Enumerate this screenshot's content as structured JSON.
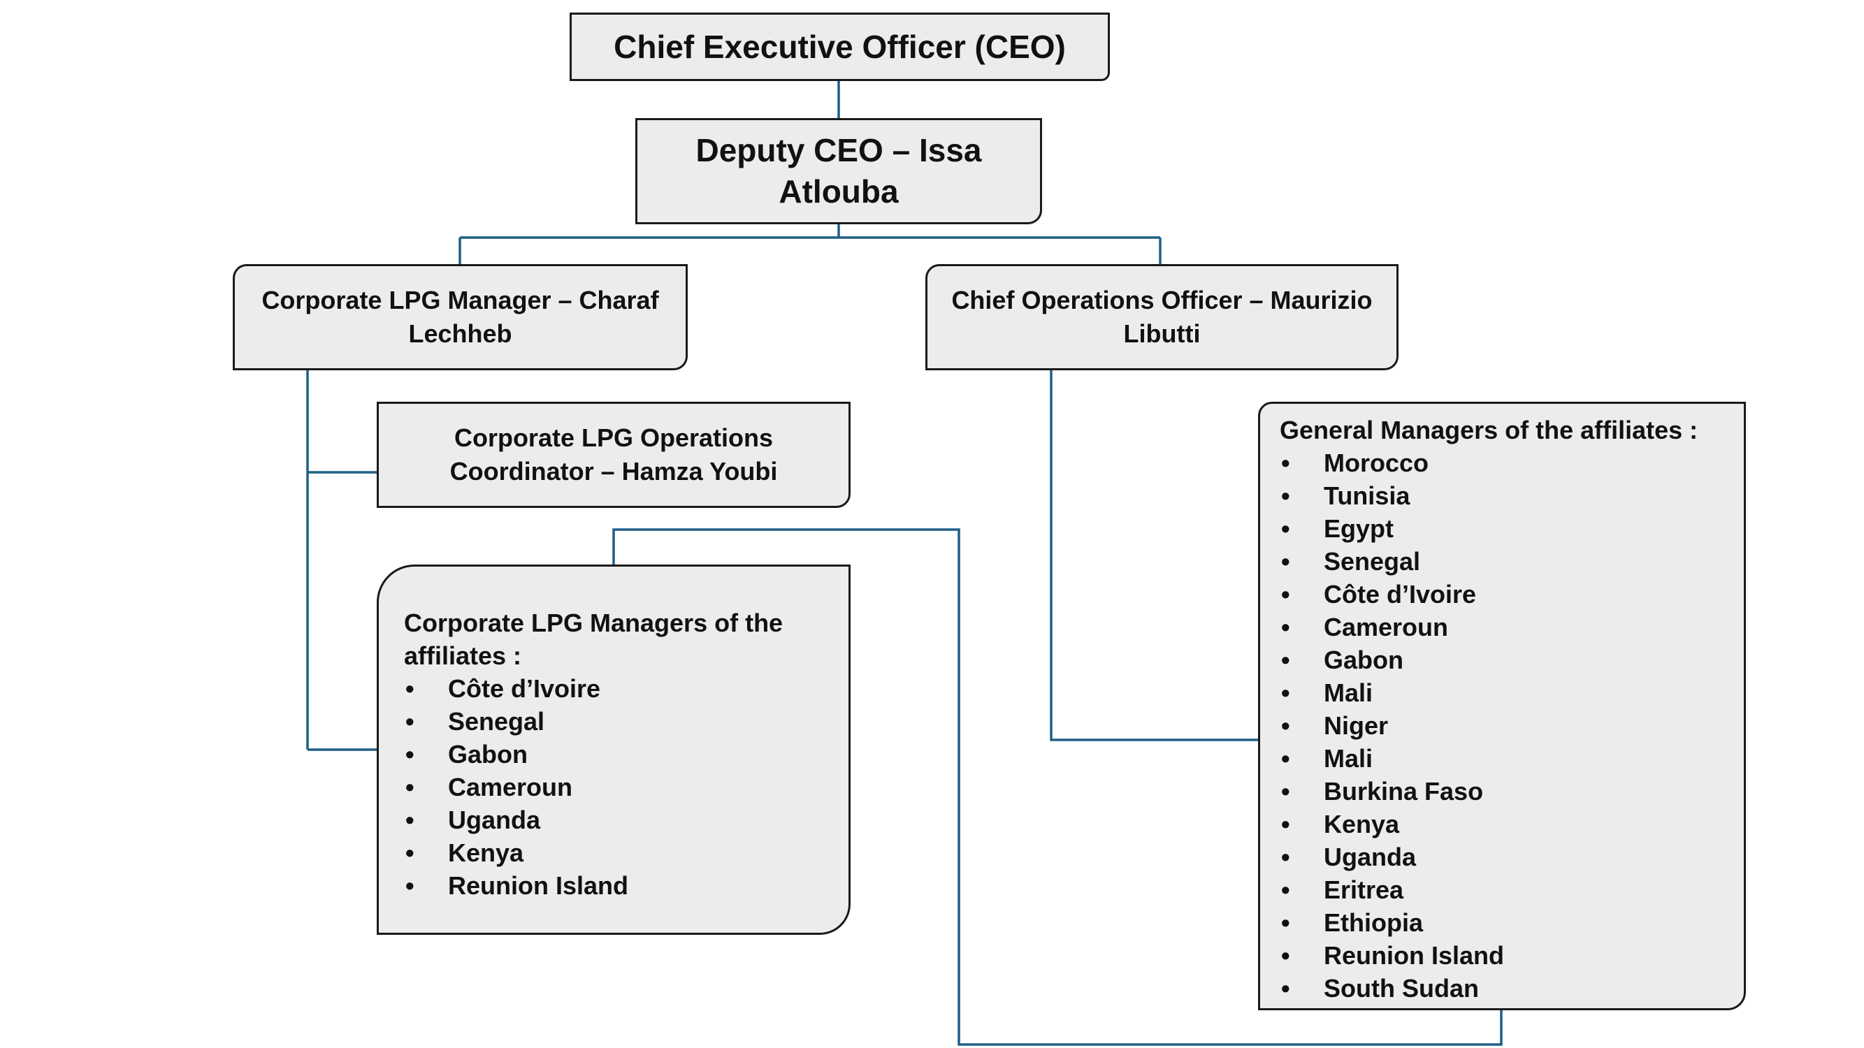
{
  "ceo": {
    "title": "Chief Executive Officer (CEO)"
  },
  "deputy": {
    "title": "Deputy CEO – Issa Atlouba"
  },
  "corporate_lpg_manager": {
    "title": "Corporate LPG Manager – Charaf Lechheb"
  },
  "coo": {
    "title": "Chief Operations Officer – Maurizio Libutti"
  },
  "operations_coordinator": {
    "title": "Corporate LPG Operations Coordinator – Hamza Youbi"
  },
  "lpg_affiliates": {
    "heading": "Corporate LPG Managers of the affiliates :",
    "items": [
      "Côte d’Ivoire",
      "Senegal",
      "Gabon",
      "Cameroun",
      "Uganda",
      "Kenya",
      "Reunion Island"
    ]
  },
  "gm_affiliates": {
    "heading": "General Managers of the affiliates :",
    "items": [
      "Morocco",
      "Tunisia",
      "Egypt",
      "Senegal",
      "Côte d’Ivoire",
      "Cameroun",
      "Gabon",
      "Mali",
      "Niger",
      "Mali",
      "Burkina Faso",
      "Kenya",
      "Uganda",
      "Eritrea",
      "Ethiopia",
      "Reunion Island",
      "South Sudan"
    ]
  },
  "colors": {
    "connector": "#1f5f86",
    "box_fill": "#ececec",
    "box_border": "#1a1a1a"
  }
}
